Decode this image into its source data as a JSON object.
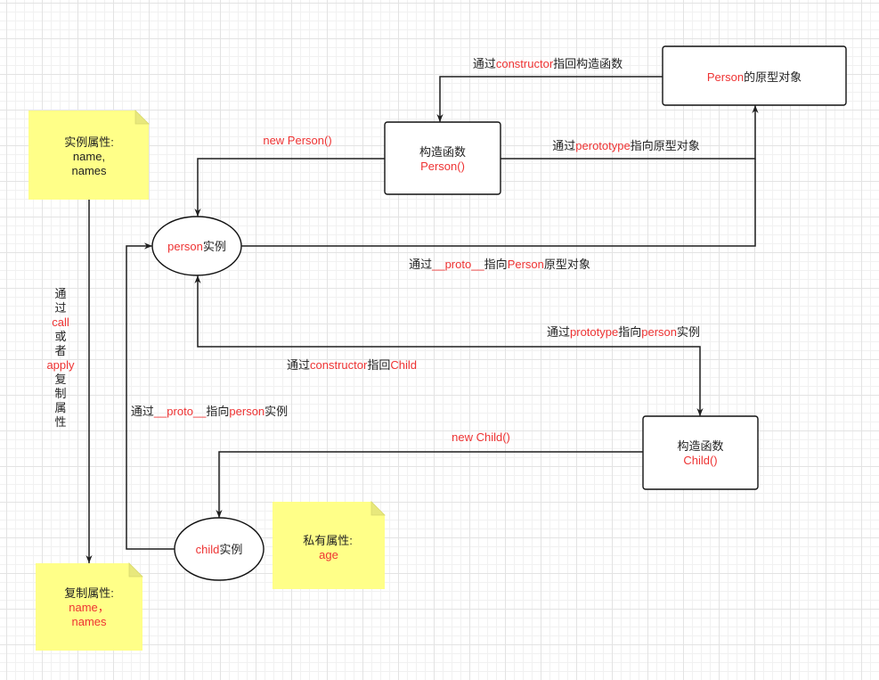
{
  "colors": {
    "highlight": "#ee3333",
    "note": "#ffff88",
    "note_fold": "#e8e87c"
  },
  "nodes": {
    "person_prototype": [
      "Person",
      "的原型对象"
    ],
    "person_constructor": [
      "构造函数",
      "Person()"
    ],
    "person_instance": [
      "person",
      "实例"
    ],
    "child_constructor": [
      "构造函数",
      "Child()"
    ],
    "child_instance": [
      "child",
      "实例"
    ]
  },
  "notes": {
    "instance_properties": [
      "实例属性:",
      "name,",
      "names"
    ],
    "private_properties": [
      "私有属性:",
      "age"
    ],
    "copied_properties": [
      "复制属性:",
      "name，",
      "names"
    ]
  },
  "edges": {
    "constructor_back_to_person": [
      "通过",
      "constructor",
      "指回构造函数"
    ],
    "new_person": "new Person()",
    "prototype_to_prototype_object": [
      "通过",
      "perototype",
      "指向原型对象"
    ],
    "proto_to_person_prototype": [
      "通过",
      "__proto__",
      "指向",
      "Person",
      "原型对象"
    ],
    "prototype_to_person_instance": [
      "通过",
      "prototype",
      "指向",
      "person",
      "实例"
    ],
    "constructor_back_to_child": [
      "通过",
      "constructor",
      "指回",
      "Child"
    ],
    "proto_to_person_instance": [
      "通过",
      "__proto__",
      "指向",
      "person",
      "实例"
    ],
    "new_child": "new Child()",
    "copy_via_call_apply": [
      "通",
      "过",
      "call",
      "或",
      "者",
      "apply",
      "复",
      "制",
      "属",
      "性"
    ]
  }
}
